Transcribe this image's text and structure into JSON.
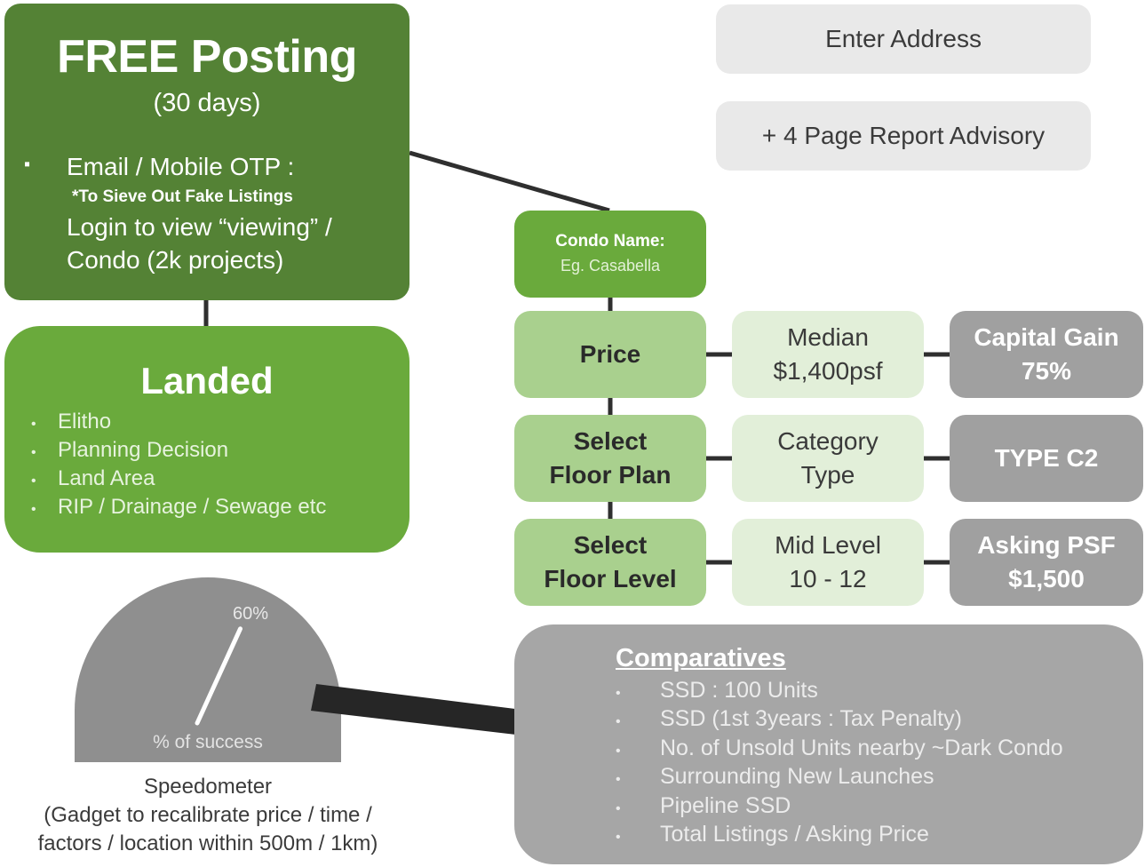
{
  "free_posting": {
    "title": "FREE Posting",
    "subtitle": "(30 days)",
    "bullet": "▪",
    "line1": "Email / Mobile OTP :",
    "line2": "*To Sieve Out Fake Listings",
    "line3": "Login to view “viewing” /",
    "line4": "Condo (2k projects)"
  },
  "landed": {
    "title": "Landed",
    "items": [
      "Elitho",
      "Planning Decision",
      "Land Area",
      "RIP / Drainage / Sewage etc"
    ]
  },
  "address_button": "Enter Address",
  "report_button": "+ 4 Page Report Advisory",
  "condo": {
    "label": "Condo Name:",
    "value": "Eg. Casabella"
  },
  "rows": [
    {
      "step": [
        "Price"
      ],
      "mid": [
        "Median",
        "$1,400psf"
      ],
      "result": [
        "Capital Gain",
        "75%"
      ]
    },
    {
      "step": [
        "Select",
        "Floor Plan"
      ],
      "mid": [
        "Category",
        "Type"
      ],
      "result": [
        "TYPE C2"
      ]
    },
    {
      "step": [
        "Select",
        "Floor Level"
      ],
      "mid": [
        "Mid Level",
        "10 - 12"
      ],
      "result": [
        "Asking PSF",
        "$1,500"
      ]
    }
  ],
  "speedometer": {
    "value_label": "60%",
    "value": 0.6,
    "gauge_label": "% of success",
    "caption": [
      "Speedometer",
      "(Gadget to recalibrate price / time /",
      "factors / location within 500m / 1km)"
    ]
  },
  "comparatives": {
    "title": "Comparatives",
    "items": [
      "SSD : 100 Units",
      "SSD (1st 3years : Tax Penalty)",
      "No. of Unsold Units nearby ~Dark Condo",
      "Surrounding New Launches",
      "Pipeline SSD",
      "Total Listings / Asking Price"
    ]
  },
  "colors": {
    "dark_green": "#548235",
    "green": "#6aaa3c",
    "light_green": "#a9d08e",
    "pale_green": "#e2efd9",
    "grey": "#a0a0a0",
    "light_grey": "#e9e9e9"
  }
}
